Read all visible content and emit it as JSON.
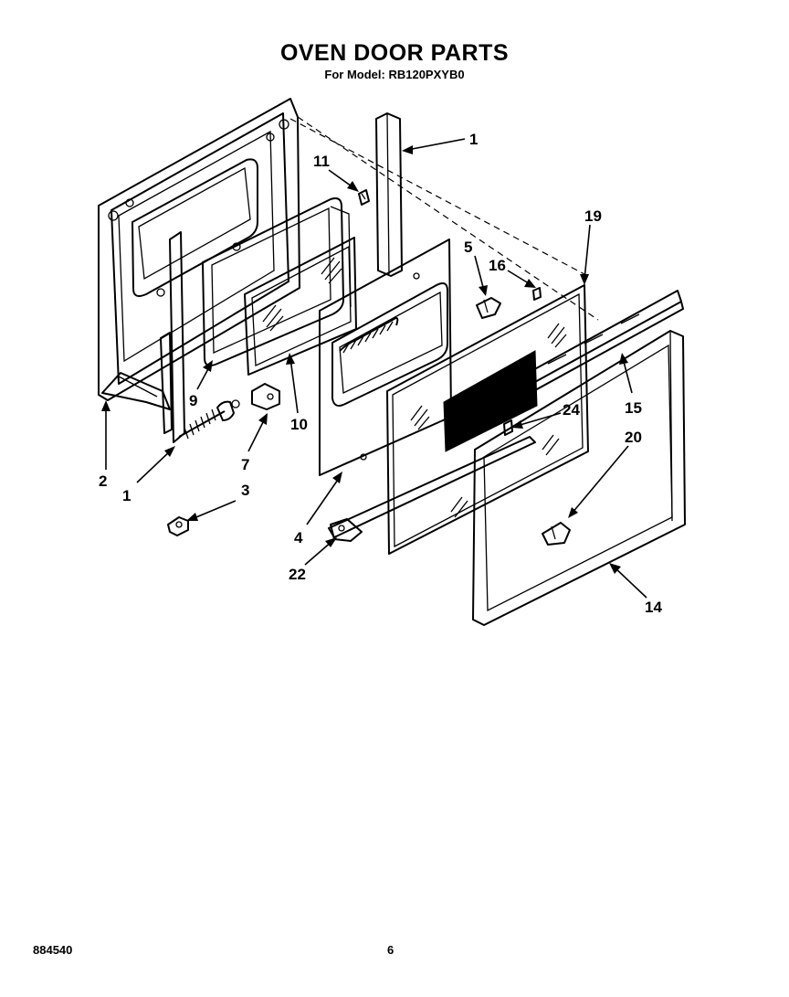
{
  "title": "OVEN DOOR PARTS",
  "subtitle": "For Model: RB120PXYB0",
  "callouts": {
    "c1a": "1",
    "c11": "11",
    "c19": "19",
    "c5": "5",
    "c16": "16",
    "c2": "2",
    "c9": "9",
    "c10": "10",
    "c7": "7",
    "c1b": "1",
    "c3": "3",
    "c4": "4",
    "c22": "22",
    "c24": "24",
    "c15": "15",
    "c20": "20",
    "c14": "14"
  },
  "footer": {
    "code": "884540",
    "page": "6"
  }
}
